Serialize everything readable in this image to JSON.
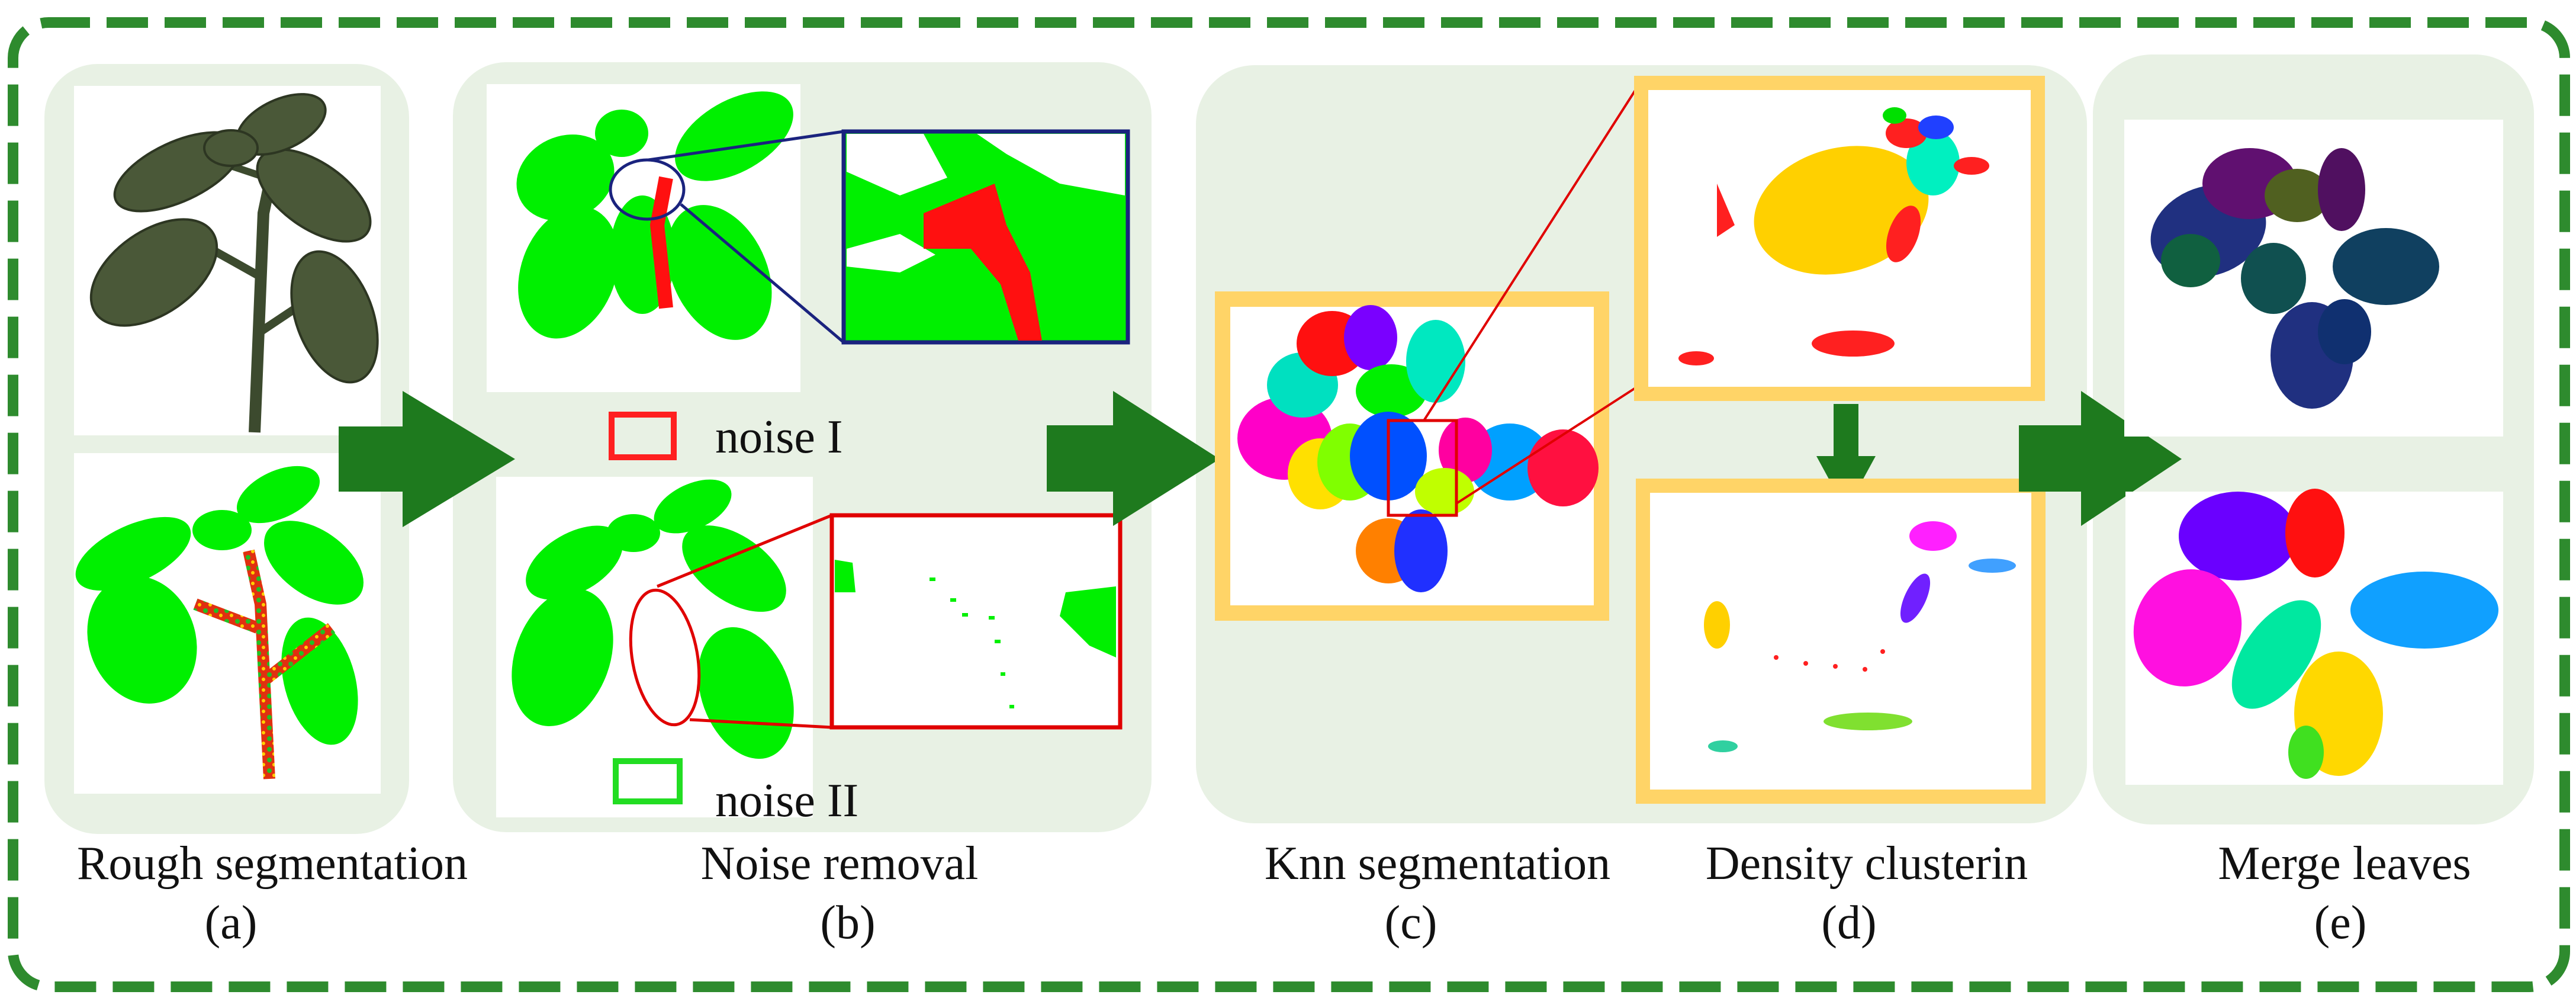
{
  "colors": {
    "frame": "#2e8b2e",
    "panel": "#e8f1e4",
    "leaf_green": "#00f000",
    "noise_red": "#ff1010",
    "arrow": "#1e7a1e",
    "highlight_box": "#ffd467",
    "zoom_line_blue": "#1a237e",
    "zoom_line_red": "#e00000"
  },
  "legend": {
    "noise1": {
      "label": "noise I",
      "swatch_color": "#ff2020"
    },
    "noise2": {
      "label": "noise II",
      "swatch_color": "#22dd22"
    }
  },
  "stages": [
    {
      "title": "Rough segmentation",
      "tag": "(a)"
    },
    {
      "title": "Noise removal",
      "tag": "(b)"
    },
    {
      "title": "Knn segmentation",
      "tag": "(c)"
    },
    {
      "title": "Density clusterin",
      "tag": "(d)"
    },
    {
      "title": "Merge leaves",
      "tag": "(e)"
    }
  ]
}
